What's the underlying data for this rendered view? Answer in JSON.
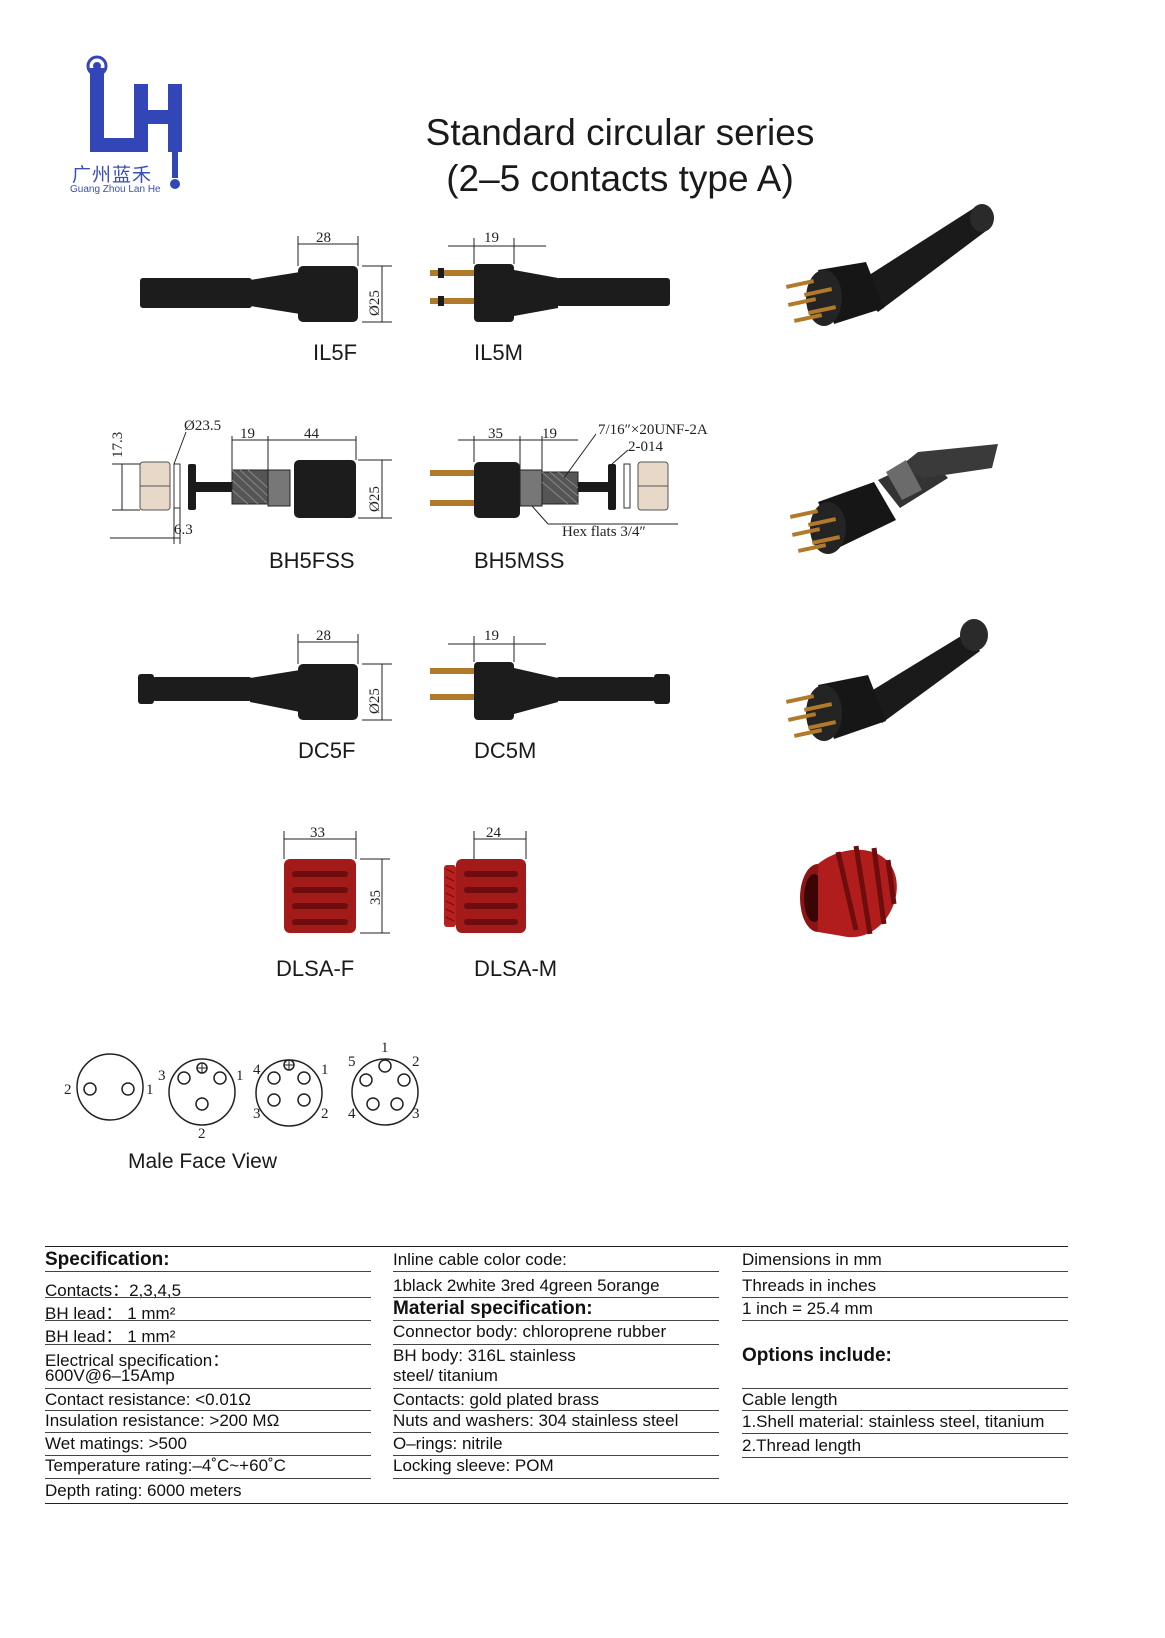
{
  "logo": {
    "letters": "LH",
    "cn_name": "广州蓝禾",
    "en_name": "Guang Zhou Lan He"
  },
  "title": {
    "line1": "Standard circular series",
    "line2": "(2–5 contacts type A)"
  },
  "rows": [
    {
      "labels": [
        "IL5F",
        "IL5M"
      ],
      "dims": {
        "d1": "28",
        "d2": "19",
        "diam": "Ø25"
      }
    },
    {
      "labels": [
        "BH5FSS",
        "BH5MSS"
      ],
      "dims": {
        "d_hex_h": "17.3",
        "d_diam": "Ø23.5",
        "d1": "19",
        "d2": "44",
        "d3": "6.3",
        "d4": "35",
        "d5": "19",
        "thread": "7/16″×20UNF-2A",
        "oring": "2-014",
        "hex": "Hex flats 3/4″",
        "diam": "Ø25"
      }
    },
    {
      "labels": [
        "DC5F",
        "DC5M"
      ],
      "dims": {
        "d1": "28",
        "d2": "19",
        "diam": "Ø25"
      }
    },
    {
      "labels": [
        "DLSA-F",
        "DLSA-M"
      ],
      "dims": {
        "d1": "33",
        "d2": "24",
        "h": "35"
      }
    }
  ],
  "face_view": {
    "title": "Male Face View",
    "pins2": {
      "left": "2",
      "right": "1"
    },
    "pins3": {
      "a": "3",
      "b": "1",
      "c": "2"
    },
    "pins4": {
      "a": "4",
      "b": "1",
      "c": "3",
      "d": "2"
    },
    "pins5": {
      "a": "1",
      "b": "5",
      "c": "2",
      "d": "4",
      "e": "3"
    }
  },
  "spec": {
    "col1": {
      "heading": "Specification:",
      "items": [
        "Contacts：2,3,4,5",
        "BH lead：  1 mm²",
        "BH lead：  1 mm²",
        "Electrical specification：",
        "600V@6–15Amp",
        "Contact resistance: <0.01Ω",
        "Insulation resistance: >200 MΩ",
        "Wet matings: >500",
        "Temperature rating:–4˚C~+60˚C",
        "Depth rating: 6000 meters"
      ]
    },
    "col2": {
      "heading": "Inline cable color code:",
      "color_code": "1black  2white  3red  4green  5orange",
      "material_heading": "Material specification:",
      "items": [
        "Connector body: chloroprene rubber",
        "BH body: 316L stainless",
        "steel/ titanium",
        "Contacts: gold plated brass",
        "Nuts and washers: 304 stainless steel",
        "O–rings: nitrile",
        "Locking sleeve: POM"
      ]
    },
    "col3": {
      "items": [
        "Dimensions in mm",
        "Threads in inches",
        "1 inch = 25.4 mm"
      ],
      "options_heading": "Options include:",
      "options": [
        "Cable length",
        "1.Shell material: stainless steel, titanium",
        "2.Thread length"
      ]
    }
  }
}
